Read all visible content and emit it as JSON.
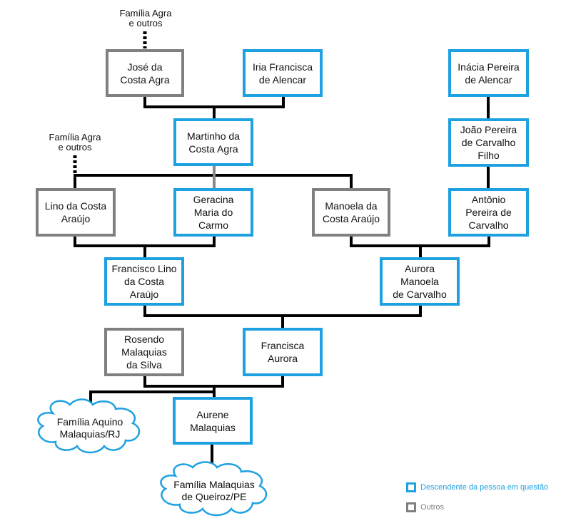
{
  "colors": {
    "descendant": "#1ea1e1",
    "other": "#808080",
    "line": "#000000",
    "cloud": "#1ea1e1",
    "legend_descendant_text": "#1ea1e1",
    "legend_other_text": "#808080"
  },
  "notes": {
    "top": "Família Agra\ne outros",
    "left": "Família Agra\ne outros"
  },
  "people": {
    "jose": "José da\nCosta Agra",
    "iria": "Iria Francisca\nde Alencar",
    "inacia": "Inácia Pereira\nde Alencar",
    "martinho": "Martinho da\nCosta Agra",
    "joao": "João Pereira\nde Carvalho\nFilho",
    "lino": "Lino da Costa\nAraújo",
    "geracina": "Geracina\nMaria do\nCarmo",
    "manoela": "Manoela da\nCosta Araújo",
    "antonio": "Antônio\nPereira de\nCarvalho",
    "francisco": "Francisco Lino\nda Costa\nAraújo",
    "aurora": "Aurora\nManoela\nde Carvalho",
    "rosendo": "Rosendo\nMalaquias\nda Silva",
    "francisca": "Francisca\nAurora",
    "aurene": "Aurene\nMalaquias"
  },
  "clouds": {
    "aquino": "Família Aquino\nMalaquias/RJ",
    "queiroz": "Família Malaquias\nde Queiroz/PE"
  },
  "legend": {
    "descendant": "Descendente da pessoa em questão",
    "other": "Outros"
  }
}
